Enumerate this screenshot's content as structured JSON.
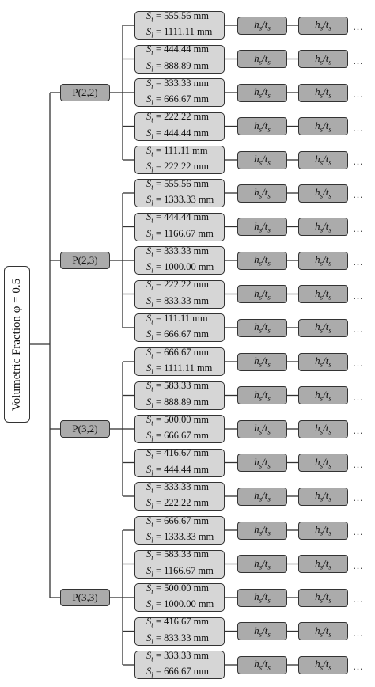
{
  "root_label": "Volumetric Fraction φ = 0.5",
  "h_label": "hs/ts",
  "ellipsis": "…",
  "groups": [
    {
      "label": "P(2,2)",
      "items": [
        {
          "st": "St = 555.56 mm",
          "sl": "Sl = 1111.11 mm"
        },
        {
          "st": "St = 444.44 mm",
          "sl": "Sl = 888.89 mm"
        },
        {
          "st": "St = 333.33 mm",
          "sl": "Sl = 666.67 mm"
        },
        {
          "st": "St = 222.22 mm",
          "sl": "Sl = 444.44 mm"
        },
        {
          "st": "St = 111.11 mm",
          "sl": "Sl = 222.22 mm"
        }
      ]
    },
    {
      "label": "P(2,3)",
      "items": [
        {
          "st": "St = 555.56 mm",
          "sl": "Sl = 1333.33 mm"
        },
        {
          "st": "St = 444.44 mm",
          "sl": "Sl = 1166.67 mm"
        },
        {
          "st": "St = 333.33 mm",
          "sl": "Sl = 1000.00 mm"
        },
        {
          "st": "St = 222.22 mm",
          "sl": "Sl = 833.33 mm"
        },
        {
          "st": "St = 111.11 mm",
          "sl": "Sl = 666.67 mm"
        }
      ]
    },
    {
      "label": "P(3,2)",
      "items": [
        {
          "st": "St = 666.67 mm",
          "sl": "Sl = 1111.11 mm"
        },
        {
          "st": "St = 583.33 mm",
          "sl": "Sl = 888.89 mm"
        },
        {
          "st": "St = 500.00 mm",
          "sl": "Sl = 666.67 mm"
        },
        {
          "st": "St = 416.67 mm",
          "sl": "Sl = 444.44 mm"
        },
        {
          "st": "St = 333.33 mm",
          "sl": "Sl = 222.22 mm"
        }
      ]
    },
    {
      "label": "P(3,3)",
      "items": [
        {
          "st": "St = 666.67 mm",
          "sl": "Sl = 1333.33 mm"
        },
        {
          "st": "St = 583.33 mm",
          "sl": "Sl = 1166.67 mm"
        },
        {
          "st": "St = 500.00 mm",
          "sl": "Sl = 1000.00 mm"
        },
        {
          "st": "St = 416.67 mm",
          "sl": "Sl = 833.33 mm"
        },
        {
          "st": "St = 333.33 mm",
          "sl": "Sl = 666.67 mm"
        }
      ]
    }
  ]
}
